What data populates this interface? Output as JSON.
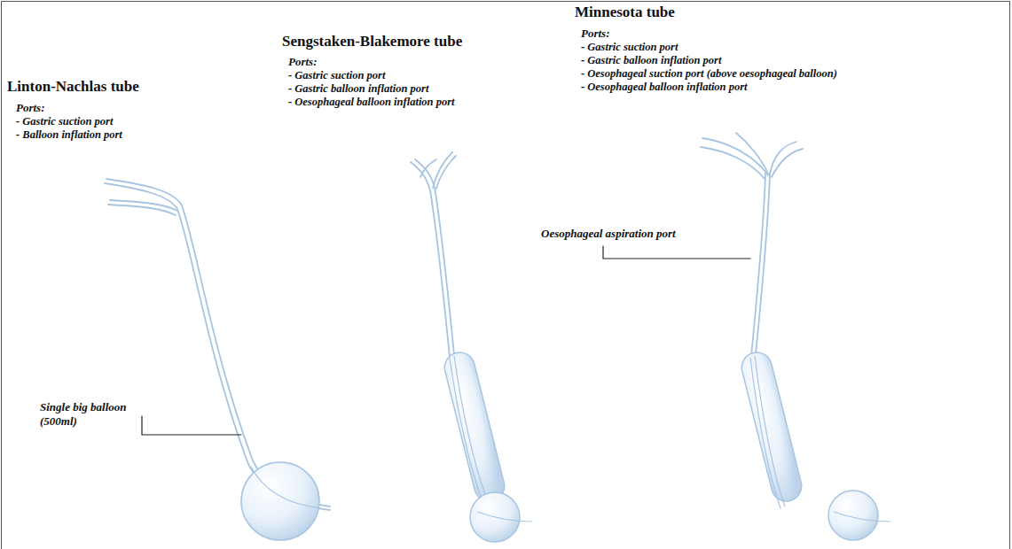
{
  "diagram": {
    "labels": [
      "Linton-Nachlas tube",
      "Ports:",
      "- Gastric suction port",
      "- Balloon inflation port",
      "Single big balloon (500ml)",
      "Sengstaken-Blakemore tube",
      "Ports:",
      "- Gastric suction port",
      "- Gastric balloon inflation port",
      "- Oesophageal balloon inflation port",
      "Minnesota tube",
      "Ports:",
      "- Gastric suction port",
      "- Gastric balloon inflation port",
      "- Oesophageal suction port (above oesophageal balloon)",
      "- Oesophageal balloon inflation port",
      "Oesophageal aspiration port"
    ]
  }
}
